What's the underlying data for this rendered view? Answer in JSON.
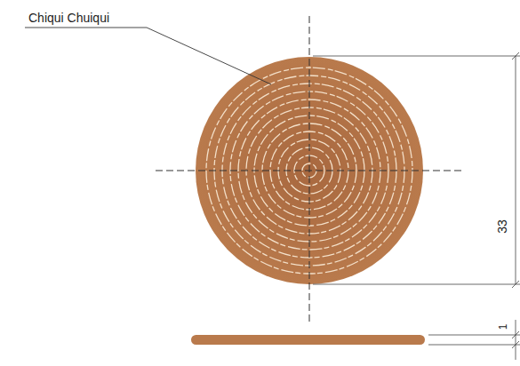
{
  "diagram": {
    "labels": [
      "Chiqui Chuiqui",
      "33",
      "1"
    ]
  }
}
